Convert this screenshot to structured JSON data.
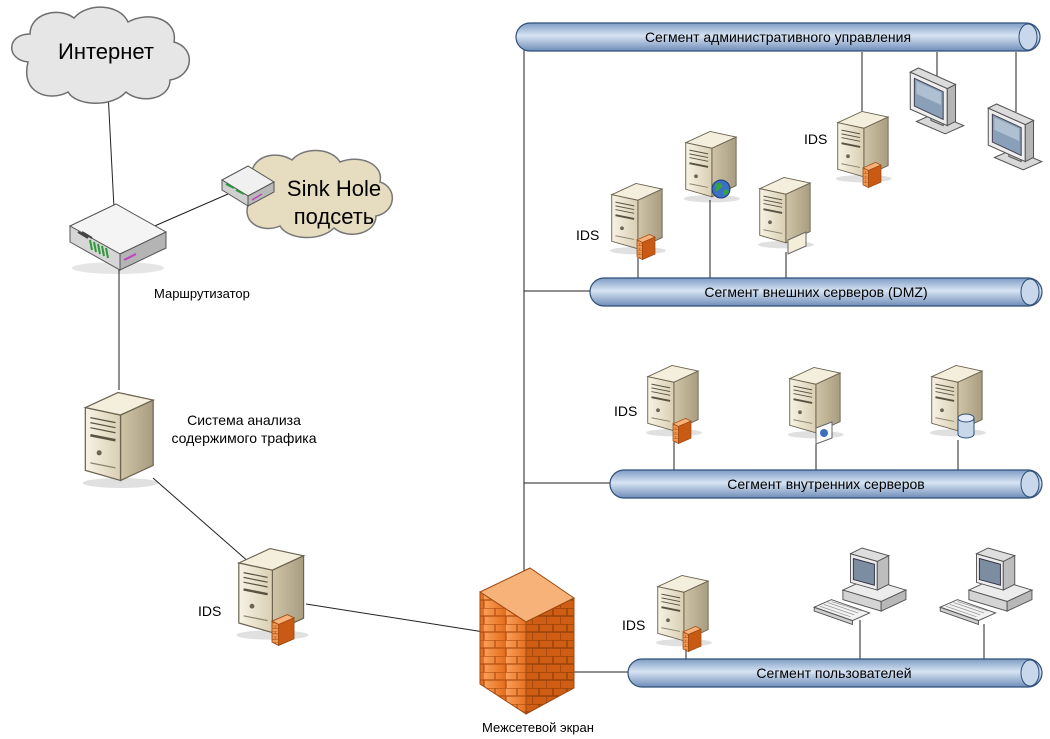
{
  "labels": {
    "internet": "Интернет",
    "sinkhole_line1": "Sink Hole",
    "sinkhole_line2": "подсеть",
    "router": "Маршрутизатор",
    "analysis_line1": "Система анализа",
    "analysis_line2": "содержимого трафика",
    "ids": "IDS",
    "firewall": "Межсетевой экран"
  },
  "segments": {
    "admin": "Сегмент административного управления",
    "dmz": "Сегмент внешних серверов (DMZ)",
    "internal": "Сегмент внутренних серверов",
    "users": "Сегмент пользователей"
  },
  "colors": {
    "bus_fill": "#a9c2e0",
    "bus_stroke": "#2f4f7a",
    "cloud_internet": "#e8e8e8",
    "cloud_sinkhole": "#e8dfc2",
    "server_body": "#ece4cf",
    "firewall": "#f0822e",
    "firewall_mortar": "#b24f10"
  },
  "icons": [
    "cloud-icon",
    "router-icon",
    "server-icon",
    "firewall-icon",
    "monitor-icon",
    "workstation-icon",
    "globe-icon",
    "database-icon"
  ]
}
